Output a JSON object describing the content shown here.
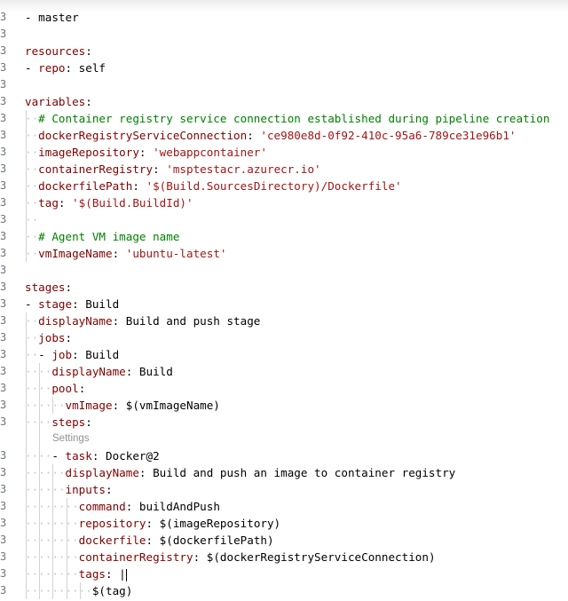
{
  "editor": {
    "gutter_glyph": "3",
    "lines": [
      {
        "type": "code",
        "indent": 0,
        "guides": 0,
        "parts": [
          [
            "p",
            "- master"
          ]
        ]
      },
      {
        "type": "blank"
      },
      {
        "type": "code",
        "indent": 0,
        "guides": 0,
        "parts": [
          [
            "k",
            "resources"
          ],
          [
            "p",
            ":"
          ]
        ]
      },
      {
        "type": "code",
        "indent": 0,
        "guides": 0,
        "parts": [
          [
            "p",
            "- "
          ],
          [
            "k",
            "repo"
          ],
          [
            "p",
            ": self"
          ]
        ]
      },
      {
        "type": "blank"
      },
      {
        "type": "code",
        "indent": 0,
        "guides": 0,
        "parts": [
          [
            "k",
            "variables"
          ],
          [
            "p",
            ":"
          ]
        ]
      },
      {
        "type": "code",
        "indent": 1,
        "guides": 1,
        "parts": [
          [
            "c",
            "# Container registry service connection established during pipeline creation"
          ]
        ]
      },
      {
        "type": "code",
        "indent": 1,
        "guides": 1,
        "parts": [
          [
            "k",
            "dockerRegistryServiceConnection"
          ],
          [
            "p",
            ": "
          ],
          [
            "s",
            "'ce980e8d-0f92-410c-95a6-789ce31e96b1'"
          ]
        ]
      },
      {
        "type": "code",
        "indent": 1,
        "guides": 1,
        "parts": [
          [
            "k",
            "imageRepository"
          ],
          [
            "p",
            ": "
          ],
          [
            "s",
            "'webappcontainer'"
          ]
        ]
      },
      {
        "type": "code",
        "indent": 1,
        "guides": 1,
        "parts": [
          [
            "k",
            "containerRegistry"
          ],
          [
            "p",
            ": "
          ],
          [
            "s",
            "'msptestacr.azurecr.io'"
          ]
        ]
      },
      {
        "type": "code",
        "indent": 1,
        "guides": 1,
        "parts": [
          [
            "k",
            "dockerfilePath"
          ],
          [
            "p",
            ": "
          ],
          [
            "s",
            "'$(Build.SourcesDirectory)/Dockerfile'"
          ]
        ]
      },
      {
        "type": "code",
        "indent": 1,
        "guides": 1,
        "parts": [
          [
            "k",
            "tag"
          ],
          [
            "p",
            ": "
          ],
          [
            "s",
            "'$(Build.BuildId)'"
          ]
        ]
      },
      {
        "type": "code",
        "indent": 1,
        "guides": 1,
        "parts": []
      },
      {
        "type": "code",
        "indent": 1,
        "guides": 1,
        "parts": [
          [
            "c",
            "# Agent VM image name"
          ]
        ]
      },
      {
        "type": "code",
        "indent": 1,
        "guides": 1,
        "parts": [
          [
            "k",
            "vmImageName"
          ],
          [
            "p",
            ": "
          ],
          [
            "s",
            "'ubuntu-latest'"
          ]
        ]
      },
      {
        "type": "blank"
      },
      {
        "type": "code",
        "indent": 0,
        "guides": 0,
        "parts": [
          [
            "k",
            "stages"
          ],
          [
            "p",
            ":"
          ]
        ]
      },
      {
        "type": "code",
        "indent": 0,
        "guides": 0,
        "parts": [
          [
            "p",
            "- "
          ],
          [
            "k",
            "stage"
          ],
          [
            "p",
            ": Build"
          ]
        ]
      },
      {
        "type": "code",
        "indent": 1,
        "guides": 1,
        "parts": [
          [
            "k",
            "displayName"
          ],
          [
            "p",
            ": Build and push stage"
          ]
        ]
      },
      {
        "type": "code",
        "indent": 1,
        "guides": 1,
        "parts": [
          [
            "k",
            "jobs"
          ],
          [
            "p",
            ":"
          ]
        ]
      },
      {
        "type": "code",
        "indent": 1,
        "guides": 1,
        "parts": [
          [
            "p",
            "- "
          ],
          [
            "k",
            "job"
          ],
          [
            "p",
            ": Build"
          ]
        ]
      },
      {
        "type": "code",
        "indent": 2,
        "guides": 2,
        "parts": [
          [
            "k",
            "displayName"
          ],
          [
            "p",
            ": Build"
          ]
        ]
      },
      {
        "type": "code",
        "indent": 2,
        "guides": 2,
        "parts": [
          [
            "k",
            "pool"
          ],
          [
            "p",
            ":"
          ]
        ]
      },
      {
        "type": "code",
        "indent": 3,
        "guides": 3,
        "parts": [
          [
            "k",
            "vmImage"
          ],
          [
            "p",
            ": $(vmImageName)"
          ]
        ]
      },
      {
        "type": "code",
        "indent": 2,
        "guides": 2,
        "parts": [
          [
            "k",
            "steps"
          ],
          [
            "p",
            ":"
          ]
        ]
      },
      {
        "type": "lens",
        "text": "Settings"
      },
      {
        "type": "code",
        "indent": 2,
        "guides": 2,
        "parts": [
          [
            "p",
            "- "
          ],
          [
            "k",
            "task"
          ],
          [
            "p",
            ": Docker@2"
          ]
        ]
      },
      {
        "type": "code",
        "indent": 3,
        "guides": 3,
        "parts": [
          [
            "k",
            "displayName"
          ],
          [
            "p",
            ": Build and push an image to container registry"
          ]
        ]
      },
      {
        "type": "code",
        "indent": 3,
        "guides": 3,
        "parts": [
          [
            "k",
            "inputs"
          ],
          [
            "p",
            ":"
          ]
        ]
      },
      {
        "type": "code",
        "indent": 4,
        "guides": 4,
        "parts": [
          [
            "k",
            "command"
          ],
          [
            "p",
            ": buildAndPush"
          ]
        ]
      },
      {
        "type": "code",
        "indent": 4,
        "guides": 4,
        "parts": [
          [
            "k",
            "repository"
          ],
          [
            "p",
            ": $(imageRepository)"
          ]
        ]
      },
      {
        "type": "code",
        "indent": 4,
        "guides": 4,
        "parts": [
          [
            "k",
            "dockerfile"
          ],
          [
            "p",
            ": $(dockerfilePath)"
          ]
        ]
      },
      {
        "type": "code",
        "indent": 4,
        "guides": 4,
        "parts": [
          [
            "k",
            "containerRegistry"
          ],
          [
            "p",
            ": $(dockerRegistryServiceConnection)"
          ]
        ]
      },
      {
        "type": "code",
        "indent": 4,
        "guides": 4,
        "cursor": true,
        "parts": [
          [
            "k",
            "tags"
          ],
          [
            "p",
            ": |"
          ]
        ]
      },
      {
        "type": "code",
        "indent": 5,
        "guides": 5,
        "parts": [
          [
            "p",
            "$(tag)"
          ]
        ]
      }
    ]
  }
}
